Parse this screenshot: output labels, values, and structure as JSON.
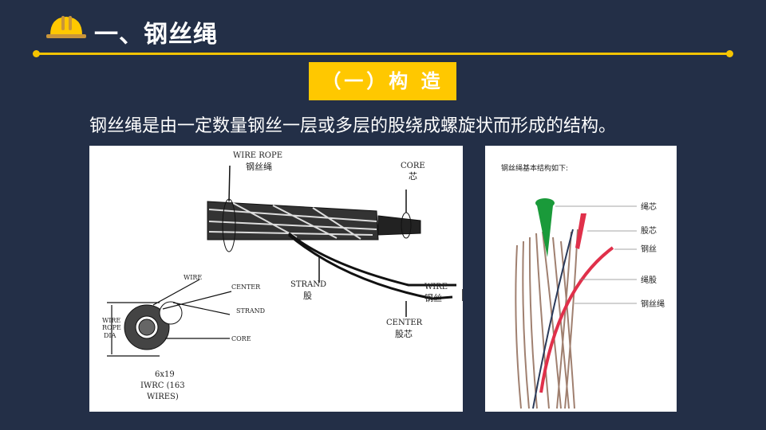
{
  "header": {
    "title": "一、钢丝绳"
  },
  "section": {
    "title": "（一）构 造"
  },
  "description": "钢丝绳是由一定数量钢丝一层或多层的股绕成螺旋状而形成的结构。",
  "diagram_left": {
    "wire_rope": "WIRE ROPE",
    "wire_rope_cn": "钢丝绳",
    "core": "CORE",
    "core_cn": "芯",
    "strand": "STRAND",
    "strand_cn": "股",
    "wire": "WIRE",
    "wire_cn": "钢丝",
    "center": "CENTER",
    "center_cn": "股芯",
    "x_wire": "WIRE",
    "x_center": "CENTER",
    "x_strand": "STRAND",
    "x_core": "CORE",
    "dia1": "WIRE",
    "dia2": "ROPE",
    "dia3": "DIA",
    "cap1": "6x19",
    "cap2": "IWRC (163",
    "cap3": "WIRES)"
  },
  "diagram_right": {
    "title": "钢丝绳基本结构如下:",
    "labels": [
      "绳芯",
      "股芯",
      "钢丝",
      "绳股",
      "钢丝绳"
    ]
  },
  "colors": {
    "background": "#232f47",
    "accent": "#ffc800",
    "core_green": "#1a9a3a",
    "strand_red": "#e0304a"
  }
}
